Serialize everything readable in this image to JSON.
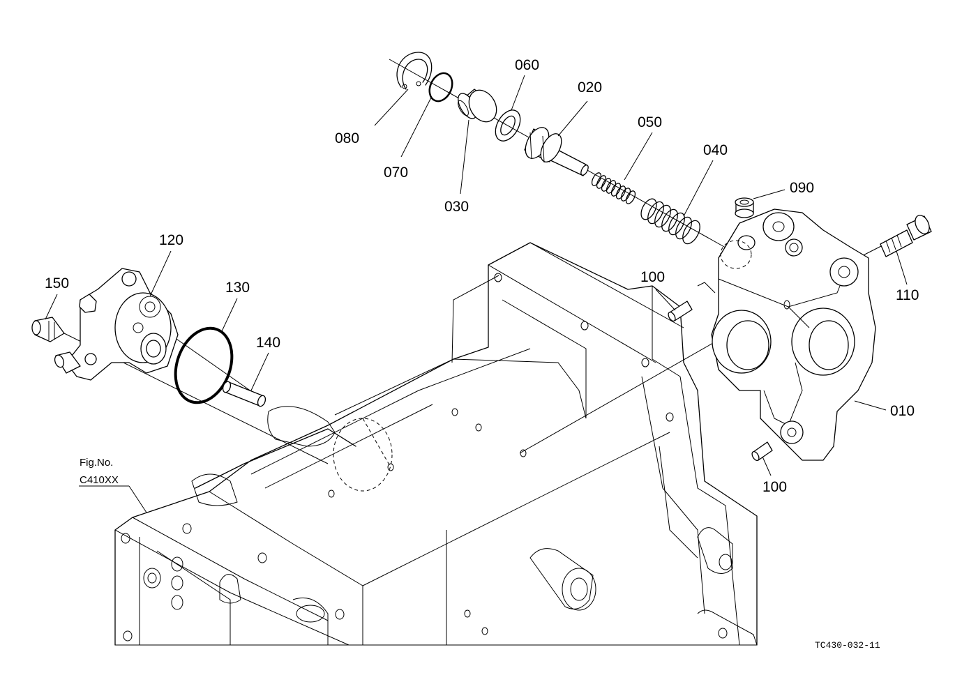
{
  "labels": {
    "p010": "010",
    "p020": "020",
    "p030": "030",
    "p040": "040",
    "p050": "050",
    "p060": "060",
    "p070": "070",
    "p080": "080",
    "p090": "090",
    "p100a": "100",
    "p100b": "100",
    "p110": "110",
    "p120": "120",
    "p130": "130",
    "p140": "140",
    "p150": "150"
  },
  "figure_ref": {
    "line1": "Fig.No.",
    "line2": "C410XX"
  },
  "drawing_code": "TC430-032-11"
}
